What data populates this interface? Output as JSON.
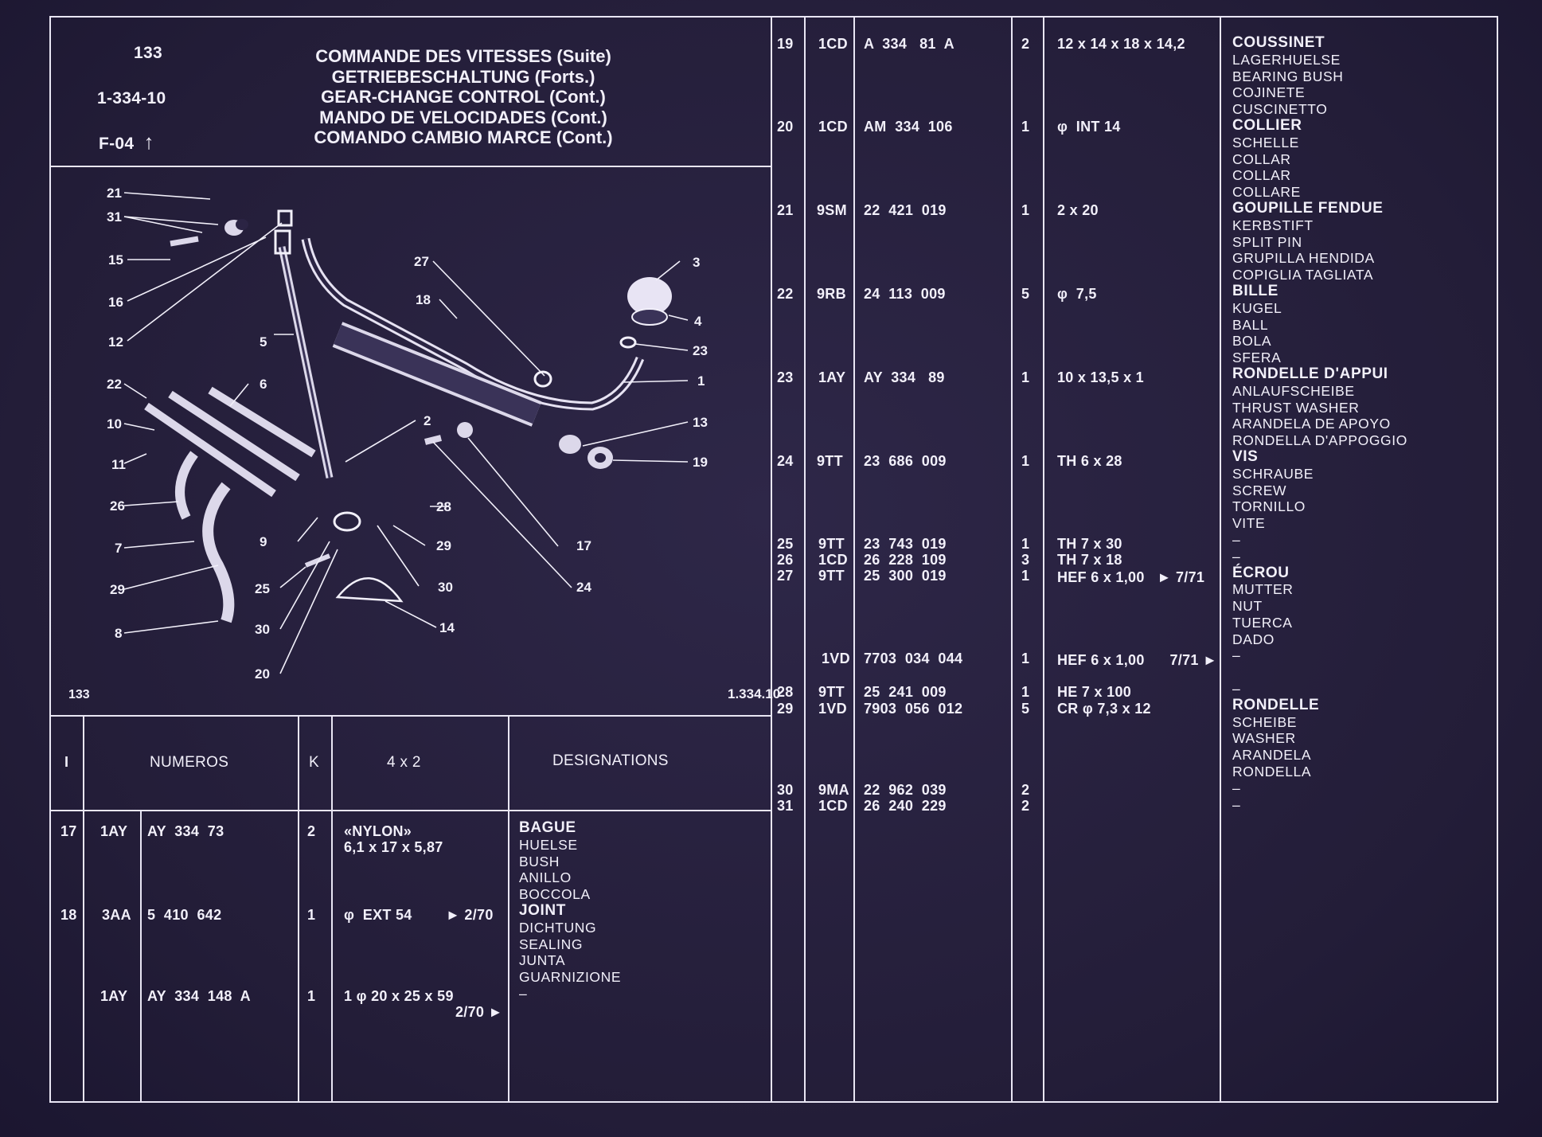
{
  "header": {
    "page": "133",
    "group": "1-334-10",
    "ref": "F-04",
    "ref_arrow": "↑",
    "titles": [
      "COMMANDE DES VITESSES (Suite)",
      "GETRIEBESCHALTUNG (Forts.)",
      "GEAR-CHANGE CONTROL (Cont.)",
      "MANDO DE VELOCIDADES (Cont.)",
      "COMANDO CAMBIO MARCE (Cont.)"
    ]
  },
  "diagram": {
    "page_label": "133",
    "drawing_ref": "1.334.10",
    "callouts": [
      "21",
      "31",
      "15",
      "16",
      "12",
      "5",
      "22",
      "6",
      "10",
      "11",
      "26",
      "7",
      "29",
      "8",
      "27",
      "18",
      "3",
      "4",
      "23",
      "1",
      "2",
      "13",
      "19",
      "28",
      "29",
      "9",
      "17",
      "25",
      "30",
      "24",
      "30",
      "14",
      "20"
    ]
  },
  "table_header": {
    "col_index": "I",
    "col_numbers": "NUMEROS",
    "col_k": "K",
    "col_dims": "4 x 2",
    "col_designations": "DESIGNATIONS"
  },
  "left_rows": [
    {
      "idx": "17",
      "code": "1AY",
      "part": "AY  334  73",
      "k": "2",
      "dims": "«NYLON»",
      "dims2": "6,1 x 17 x 5,87",
      "desig": [
        "BAGUE",
        "HUELSE",
        "BUSH",
        "ANILLO",
        "BOCCOLA"
      ]
    },
    {
      "idx": "18",
      "code": "3AA",
      "part": "5  410  642",
      "k": "1",
      "dims": "φ  EXT 54",
      "dims_note": "► 2/70",
      "desig": [
        "JOINT",
        "DICHTUNG",
        "SEALING",
        "JUNTA",
        "GUARNIZIONE",
        "–"
      ]
    },
    {
      "idx": "",
      "code": "1AY",
      "part": "AY  334  148  A",
      "k": "1",
      "dims": "1 φ 20 x 25 x 59",
      "dims_note": "2/70 ►",
      "desig": []
    }
  ],
  "right_rows": [
    {
      "idx": "19",
      "code": "1CD",
      "part": "A  334   81  A",
      "k": "2",
      "dims": "12 x 14 x 18 x 14,2"
    },
    {
      "idx": "20",
      "code": "1CD",
      "part": "AM  334  106",
      "k": "1",
      "dims": "φ  INT 14"
    },
    {
      "idx": "21",
      "code": "9SM",
      "part": "22  421  019",
      "k": "1",
      "dims": "2 x 20"
    },
    {
      "idx": "22",
      "code": "9RB",
      "part": "24  113  009",
      "k": "5",
      "dims": "φ  7,5"
    },
    {
      "idx": "23",
      "code": "1AY",
      "part": "AY  334   89",
      "k": "1",
      "dims": "10 x 13,5 x 1"
    },
    {
      "idx": "24",
      "code": "9TT",
      "part": "23  686  009",
      "k": "1",
      "dims": "TH 6 x 28"
    },
    {
      "idx": "25",
      "code": "9TT",
      "part": "23  743  019",
      "k": "1",
      "dims": "TH 7 x 30"
    },
    {
      "idx": "26",
      "code": "1CD",
      "part": "26  228  109",
      "k": "3",
      "dims": "TH 7 x 18"
    },
    {
      "idx": "27",
      "code": "9TT",
      "part": "25  300  019",
      "k": "1",
      "dims": "HEF 6 x 1,00   ► 7/71"
    },
    {
      "idx": "",
      "code": "1VD",
      "part": "7703  034  044",
      "k": "1",
      "dims": "HEF 6 x 1,00      7/71 ►"
    },
    {
      "idx": "28",
      "code": "9TT",
      "part": "25  241  009",
      "k": "1",
      "dims": "HE 7 x 100"
    },
    {
      "idx": "29",
      "code": "1VD",
      "part": "7903  056  012",
      "k": "5",
      "dims": "CR φ 7,3 x 12"
    },
    {
      "idx": "30",
      "code": "9MA",
      "part": "22  962  039",
      "k": "2",
      "dims": ""
    },
    {
      "idx": "31",
      "code": "1CD",
      "part": "26  240  229",
      "k": "2",
      "dims": ""
    }
  ],
  "right_designations": [
    {
      "b": "COUSSINET"
    },
    {
      "t": "LAGERHUELSE"
    },
    {
      "t": "BEARING BUSH"
    },
    {
      "t": "COJINETE"
    },
    {
      "t": "CUSCINETTO"
    },
    {
      "b": "COLLIER"
    },
    {
      "t": "SCHELLE"
    },
    {
      "t": "COLLAR"
    },
    {
      "t": "COLLAR"
    },
    {
      "t": "COLLARE"
    },
    {
      "b": "GOUPILLE FENDUE"
    },
    {
      "t": "KERBSTIFT"
    },
    {
      "t": "SPLIT PIN"
    },
    {
      "t": "GRUPILLA HENDIDA"
    },
    {
      "t": "COPIGLIA TAGLIATA"
    },
    {
      "b": "BILLE"
    },
    {
      "t": "KUGEL"
    },
    {
      "t": "BALL"
    },
    {
      "t": "BOLA"
    },
    {
      "t": "SFERA"
    },
    {
      "b": "RONDELLE D'APPUI"
    },
    {
      "t": "ANLAUFSCHEIBE"
    },
    {
      "t": "THRUST WASHER"
    },
    {
      "t": "ARANDELA DE APOYO"
    },
    {
      "t": "RONDELLA D'APPOGGIO"
    },
    {
      "b": "VIS"
    },
    {
      "t": "SCHRAUBE"
    },
    {
      "t": "SCREW"
    },
    {
      "t": "TORNILLO"
    },
    {
      "t": "VITE"
    },
    {
      "t": "–"
    },
    {
      "t": "–"
    },
    {
      "b": "ÉCROU"
    },
    {
      "t": "MUTTER"
    },
    {
      "t": "NUT"
    },
    {
      "t": "TUERCA"
    },
    {
      "t": "DADO"
    },
    {
      "t": "–"
    },
    {
      "t": " "
    },
    {
      "t": "–"
    },
    {
      "b": "RONDELLE"
    },
    {
      "t": "SCHEIBE"
    },
    {
      "t": "WASHER"
    },
    {
      "t": "ARANDELA"
    },
    {
      "t": "RONDELLA"
    },
    {
      "t": "–"
    },
    {
      "t": "–"
    }
  ]
}
